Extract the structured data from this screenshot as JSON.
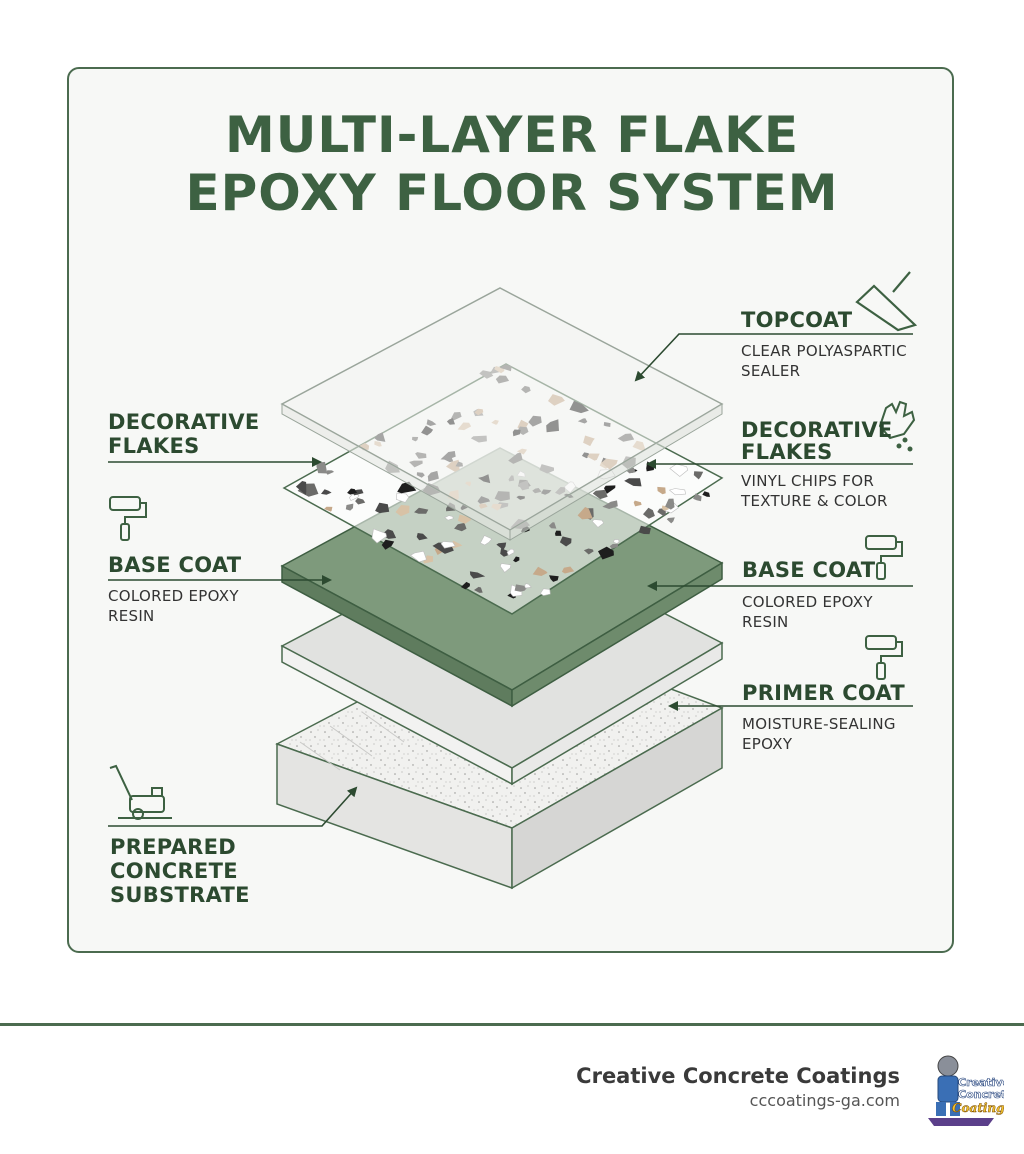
{
  "title": {
    "line1": "MULTI-LAYER FLAKE",
    "line2": "EPOXY FLOOR SYSTEM"
  },
  "layers": {
    "topcoat": {
      "heading": "TOPCOAT",
      "desc1": "CLEAR POLYASPARTIC",
      "desc2": "SEALER",
      "icon": "squeegee-icon"
    },
    "flakes_right": {
      "heading1": "DECORATIVE",
      "heading2": "FLAKES",
      "desc1": "VINYL CHIPS FOR",
      "desc2": "TEXTURE & COLOR",
      "icon": "hand-broadcast-icon"
    },
    "flakes_left": {
      "heading1": "DECORATIVE",
      "heading2": "FLAKES"
    },
    "base_left": {
      "heading": "BASE COAT",
      "desc1": "COLORED EPOXY",
      "desc2": "RESIN",
      "icon": "paint-roller-icon"
    },
    "base_right": {
      "heading": "BASE COAT",
      "desc1": "COLORED EPOXY",
      "desc2": "RESIN",
      "icon": "paint-roller-icon"
    },
    "primer": {
      "heading": "PRIMER COAT",
      "desc1": "MOISTURE-SEALING",
      "desc2": "EPOXY",
      "icon": "paint-roller-icon"
    },
    "substrate": {
      "heading1": "PREPARED",
      "heading2": "CONCRETE",
      "heading3": "SUBSTRATE",
      "icon": "floor-grinder-icon"
    }
  },
  "colors": {
    "accent": "#3d6142",
    "base_green": "#7e9a7c",
    "frame": "#4b6b4f"
  },
  "footer": {
    "company": "Creative Concrete Coatings",
    "url": "cccoatings-ga.com",
    "logo_icon": "mascot-logo-icon",
    "logo_text1": "Creative",
    "logo_text2": "Concrete",
    "logo_text3": "Coatings"
  }
}
